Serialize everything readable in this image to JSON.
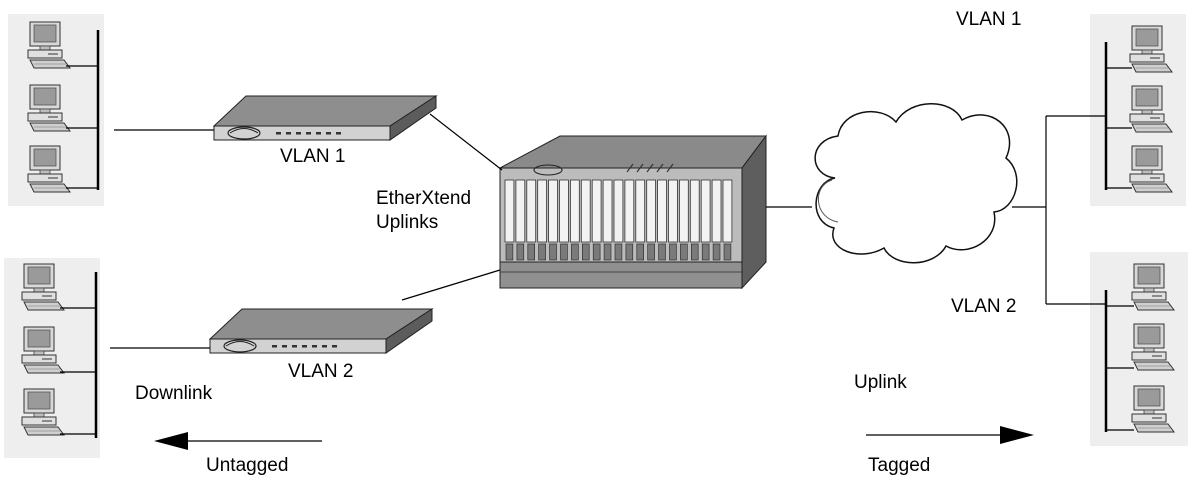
{
  "labels": {
    "switch_top": "VLAN 1",
    "switch_bottom": "VLAN 2",
    "chassis_line1": "EtherXtend",
    "chassis_line2": "Uplinks",
    "downlink": "Downlink",
    "untagged": "Untagged",
    "uplink": "Uplink",
    "tagged": "Tagged",
    "right_vlan1": "VLAN 1",
    "right_vlan2": "VLAN 2"
  }
}
